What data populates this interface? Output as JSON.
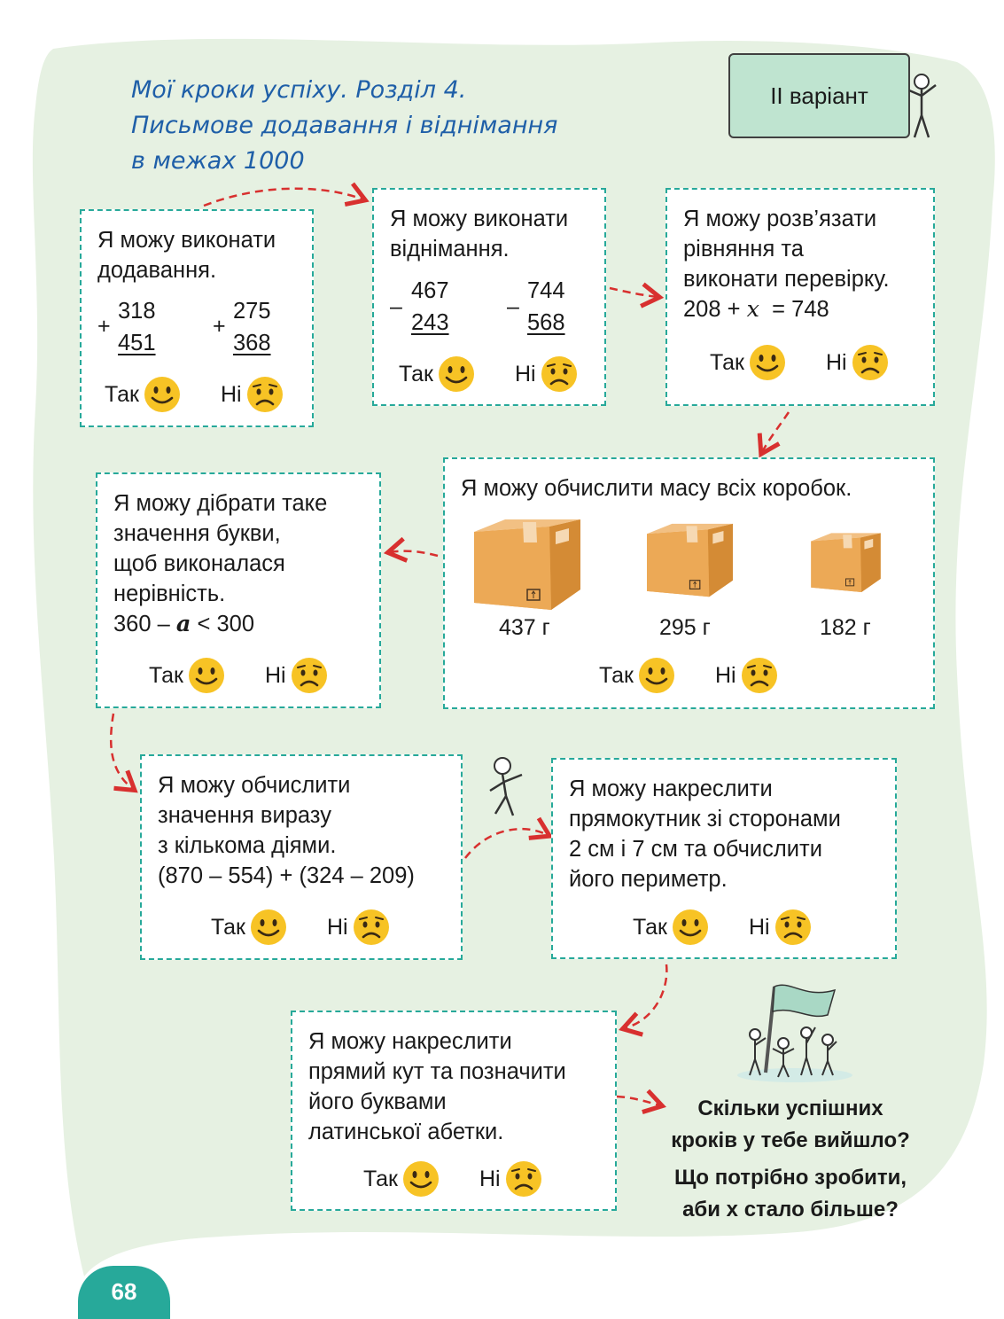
{
  "title": {
    "line1": "Мої кроки успіху. Розділ 4.",
    "line2": "Письмове додавання і віднімання",
    "line3": "в межах 1000"
  },
  "variant": "ІІ варіант",
  "answers": {
    "yes": "Так",
    "no": "Ні"
  },
  "steps": {
    "addition": {
      "line1": "Я можу виконати",
      "line2": "додавання.",
      "ex1": {
        "sign": "+",
        "top": "318",
        "bottom": "451"
      },
      "ex2": {
        "sign": "+",
        "top": "275",
        "bottom": "368"
      }
    },
    "subtraction": {
      "line1": "Я можу виконати",
      "line2": "віднімання.",
      "ex1": {
        "sign": "–",
        "top": "467",
        "bottom": "243"
      },
      "ex2": {
        "sign": "–",
        "top": "744",
        "bottom": "568"
      }
    },
    "equation": {
      "line1": "Я можу розв’язати",
      "line2": "рівняння та",
      "line3": "виконати перевірку.",
      "expr_left": "208 + ",
      "expr_var": "x",
      "expr_right": "  = 748"
    },
    "mass": {
      "line1": "Я можу обчислити масу всіх коробок.",
      "box1": "437 г",
      "box2": "295 г",
      "box3": "182 г"
    },
    "inequality": {
      "line1": "Я можу дібрати таке",
      "line2": "значення букви,",
      "line3": "щоб виконалася",
      "line4": "нерівність.",
      "expr_left": "360 – ",
      "expr_var": "a",
      "expr_right": " < 300"
    },
    "expression": {
      "line1": "Я можу обчислити",
      "line2": "значення виразу",
      "line3": "з кількома діями.",
      "expr": "(870 – 554) + (324 – 209)"
    },
    "rectangle": {
      "line1": "Я можу накреслити",
      "line2": "прямокутник зі сторонами",
      "line3": "2 см і 7 см та обчислити",
      "line4": "його периметр."
    },
    "angle": {
      "line1": "Я можу накреслити",
      "line2": "прямий кут та позначити",
      "line3": "його буквами",
      "line4": "латинської абетки."
    }
  },
  "question": {
    "line1": "Скільки успішних",
    "line2": "кроків у тебе вийшло?",
    "line3": "Що потрібно зробити,",
    "line4": "аби  х стало більше?"
  },
  "page_number": "68",
  "colors": {
    "background_blob": "#e6f1e2",
    "box_border": "#27a99a",
    "title": "#1f5fa8",
    "arrow": "#d8302f",
    "variant_fill": "#bfe4d0",
    "emoji": "#f7c325",
    "box_cardboard": "#e9a44f"
  },
  "icons": {
    "happy": "smiling-face-icon",
    "sad": "worried-face-icon",
    "box": "cardboard-box-icon",
    "person": "stick-figure-icon",
    "flag": "flag-group-icon"
  }
}
